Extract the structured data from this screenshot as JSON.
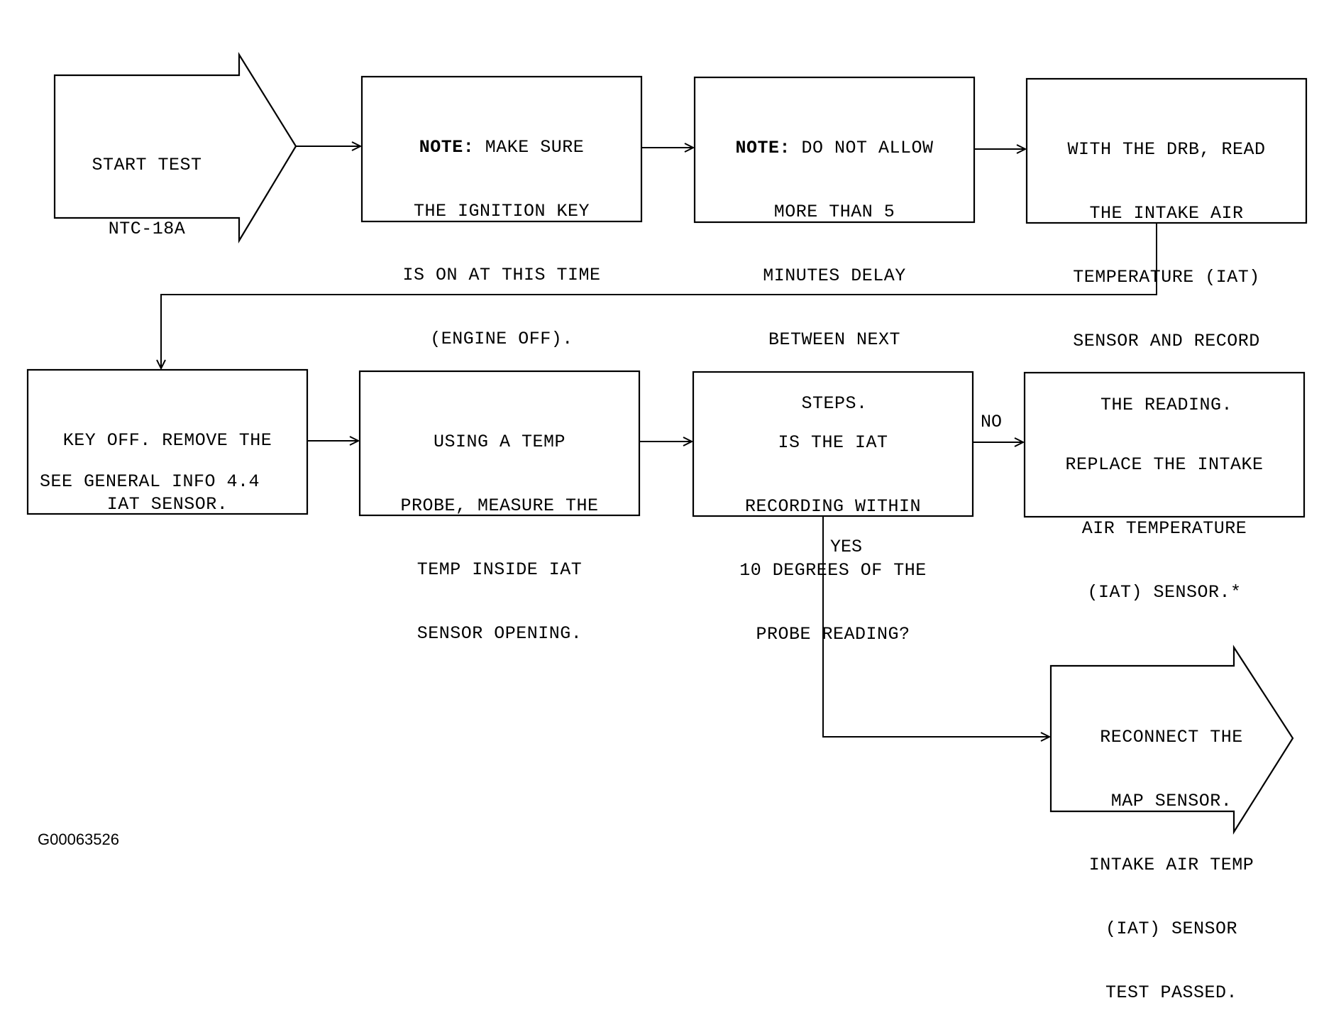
{
  "nodes": {
    "start": {
      "lines": [
        "START TEST",
        "NTC-18A"
      ]
    },
    "note_ignition": {
      "note_label": "NOTE:",
      "first_line_rest": " MAKE SURE",
      "lines": [
        "THE IGNITION KEY",
        "IS ON AT THIS TIME",
        "(ENGINE OFF)."
      ]
    },
    "note_delay": {
      "note_label": "NOTE:",
      "first_line_rest": " DO NOT ALLOW",
      "lines": [
        "MORE THAN 5",
        "MINUTES DELAY",
        "BETWEEN NEXT",
        "STEPS."
      ]
    },
    "read_iat": {
      "lines": [
        "WITH THE DRB, READ",
        "THE INTAKE AIR",
        "TEMPERATURE (IAT)",
        "SENSOR AND RECORD",
        "THE READING."
      ]
    },
    "key_off": {
      "lines": [
        "KEY OFF. REMOVE THE",
        "IAT SENSOR."
      ],
      "footer": "SEE GENERAL INFO 4.4"
    },
    "temp_probe": {
      "lines": [
        "USING A TEMP",
        "PROBE, MEASURE THE",
        "TEMP INSIDE IAT",
        "SENSOR OPENING."
      ]
    },
    "decision": {
      "lines": [
        "IS THE IAT",
        "RECORDING WITHIN",
        "10 DEGREES OF THE",
        "PROBE READING?"
      ]
    },
    "replace": {
      "lines": [
        "REPLACE THE INTAKE",
        "AIR TEMPERATURE",
        "(IAT) SENSOR.*"
      ]
    },
    "passed": {
      "lines": [
        "RECONNECT THE",
        "MAP SENSOR.",
        "INTAKE AIR TEMP",
        "(IAT) SENSOR",
        "TEST PASSED."
      ]
    }
  },
  "edge_labels": {
    "no": "NO",
    "yes": "YES"
  },
  "figure_id": "G00063526"
}
